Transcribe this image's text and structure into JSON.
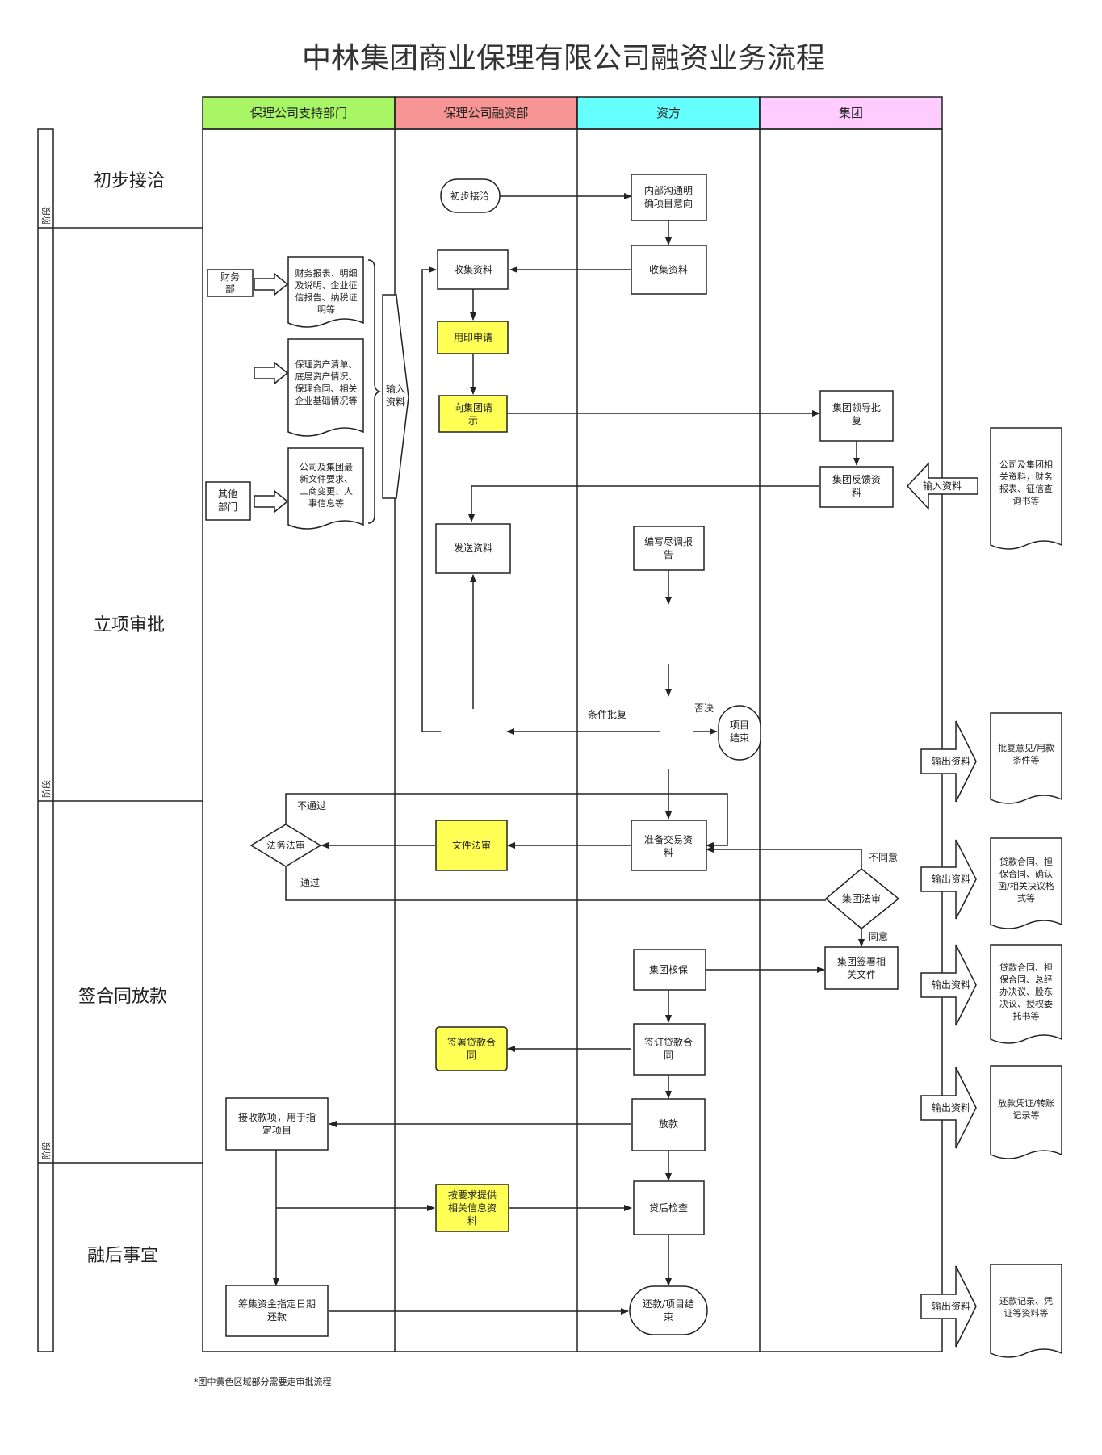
{
  "title": "中林集团商业保理有限公司融资业务流程",
  "footnote": "*图中黄色区域部分需要走审批流程",
  "lanes": [
    {
      "label": "保理公司支持部门",
      "color": "#a8f565"
    },
    {
      "label": "保理公司融资部",
      "color": "#f79494"
    },
    {
      "label": "资方",
      "color": "#66ffff"
    },
    {
      "label": "集团",
      "color": "#ffccff"
    }
  ],
  "stage_tag": "阶段",
  "stages": [
    "初步接洽",
    "立项审批",
    "签合同放款",
    "融后事宜"
  ],
  "nodes": {
    "start": "初步接洽",
    "internal_comm": [
      "内部沟通明",
      "确项目意向"
    ],
    "collect_investor": "收集资料",
    "collect_fin": "收集资料",
    "seal_apply": "用印申请",
    "report_group": [
      "向集团请",
      "示"
    ],
    "send_data": "发送资料",
    "dd_report": [
      "编写尽调报",
      "告"
    ],
    "project_end": [
      "项目",
      "结束"
    ],
    "group_approve": [
      "集团领导批",
      "复"
    ],
    "group_feedback": [
      "集团反馈资",
      "料"
    ],
    "finance_dept": [
      "财务",
      "部"
    ],
    "other_dept": [
      "其他",
      "部门"
    ],
    "doc1": [
      "财务报表、明细",
      "及说明、企业征",
      "信报告、纳税证",
      "明等"
    ],
    "doc2": [
      "保理资产清单、",
      "底层资产情况、",
      "保理合同、相关",
      "企业基础情况等"
    ],
    "doc3": [
      "公司及集团最",
      "新文件要求、",
      "工商变更、人",
      "事信息等"
    ],
    "input_data": [
      "输入",
      "资料"
    ],
    "legal_review": "法务法审",
    "doc_legal": "文件法审",
    "prep_trade": [
      "准备交易资",
      "料"
    ],
    "group_legal": "集团法审",
    "group_guarantee": "集团核保",
    "group_sign": [
      "集团签署相",
      "关文件"
    ],
    "sign_loan_fin": [
      "签署贷款合",
      "同"
    ],
    "sign_loan_inv": [
      "签订贷款合",
      "同"
    ],
    "receive_funds": [
      "接收款项，用于指",
      "定项目"
    ],
    "disburse": "放款",
    "provide_info": [
      "按要求提供",
      "相关信息资",
      "料"
    ],
    "post_check": "贷后检查",
    "raise_funds": [
      "筹集资金指定日期",
      "还款"
    ],
    "repay_end": [
      "还款/项目结",
      "束"
    ]
  },
  "edge_labels": {
    "conditional": "条件批复",
    "reject": "否决",
    "fail": "不通过",
    "pass": "通过",
    "disagree": "不同意",
    "agree": "同意"
  },
  "side": {
    "input_arrow": "输入资料",
    "input_doc": [
      "公司及集团相",
      "关资料，财务",
      "报表、征信查",
      "询书等"
    ],
    "output_label": "输出资料",
    "outputs": [
      [
        "批复意见/用款",
        "条件等"
      ],
      [
        "贷款合同、担",
        "保合同、确认",
        "函/相关决议格",
        "式等"
      ],
      [
        "贷款合同、担",
        "保合同、总经",
        "办决议、股东",
        "决议、授权委",
        "托书等"
      ],
      [
        "放款凭证/转账",
        "记录等"
      ],
      [
        "还款记录、凭",
        "证等资料等"
      ]
    ]
  },
  "colors": {
    "highlight": "#ffff55",
    "line": "#222222"
  }
}
